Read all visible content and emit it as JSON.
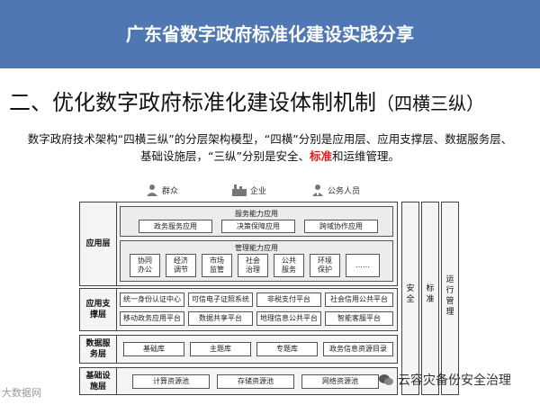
{
  "banner": {
    "title": "广东省数字政府标准化建设实践分享"
  },
  "heading": {
    "main": "二、优化数字政府标准化建设体制机制",
    "paren": "（四横三纵）"
  },
  "description": {
    "part1": "数字政府技术架构“四横三纵”的分层架构模型，“四横”分别是应用层、应用支撑层、数据服务层、基础设施层，“三纵”分别是安全、",
    "highlight": "标准",
    "part2": "和运维管理。"
  },
  "actors": [
    "群众",
    "企业",
    "公务人员"
  ],
  "layers": {
    "application": {
      "label": "应用层",
      "service_group": {
        "title": "服务能力应用",
        "items": [
          "政务服务应用",
          "决策保障应用",
          "跨域协作应用"
        ]
      },
      "manage_group": {
        "title": "管理能力应用",
        "items": [
          "协同办公",
          "经济调节",
          "市场监管",
          "社会治理",
          "公共服务",
          "环境保护",
          "……"
        ]
      }
    },
    "support": {
      "label": "应用支撑层",
      "items": [
        "统一身份认证中心",
        "可信电子证照系统",
        "非税支付平台",
        "社会信用公共平台",
        "移动政务应用平台",
        "数据共享平台",
        "地理信息公共平台",
        "智能客服平台"
      ]
    },
    "data": {
      "label": "数据服务层",
      "items": [
        "基础库",
        "主题库",
        "专题库",
        "政务信息资源目录"
      ]
    },
    "infra": {
      "label": "基础设施层",
      "items": [
        "计算资源池",
        "存储资源池",
        "网络资源池"
      ]
    }
  },
  "columns": [
    "安全",
    "标准",
    "运行管理"
  ],
  "watermark": {
    "right": "云容灾备份安全治理",
    "left": "大数据网"
  }
}
